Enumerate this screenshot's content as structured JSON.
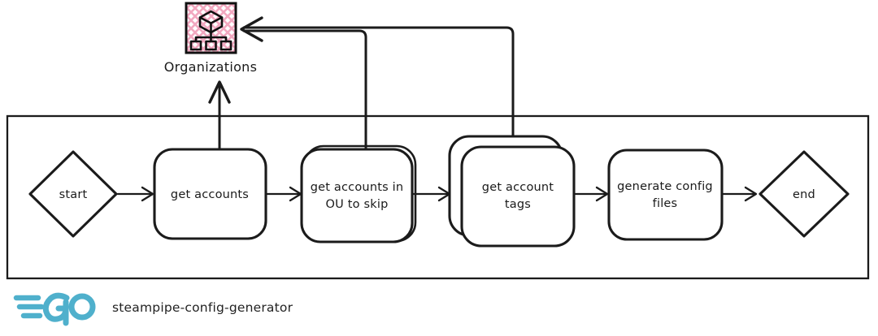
{
  "diagram": {
    "title": "steampipe-config-generator",
    "external_service": {
      "name": "Organizations",
      "icon": "aws-organizations-icon",
      "pattern_color": "#f2a8c0",
      "border_color": "#111111"
    },
    "nodes": [
      {
        "id": "start",
        "label": "start",
        "shape": "diamond"
      },
      {
        "id": "get-accounts",
        "label": "get accounts",
        "shape": "rounded-rect"
      },
      {
        "id": "get-accounts-in-ou-to-skip",
        "label_line1": "get accounts in",
        "label_line2": "OU to skip",
        "shape": "rounded-rect-sketch"
      },
      {
        "id": "get-account-tags",
        "label_line1": "get account",
        "label_line2": "tags",
        "shape": "rounded-rect-double"
      },
      {
        "id": "generate-config-files",
        "label_line1": "generate config",
        "label_line2": "files",
        "shape": "rounded-rect"
      },
      {
        "id": "end",
        "label": "end",
        "shape": "diamond"
      }
    ],
    "edges": [
      {
        "from": "start",
        "to": "get-accounts",
        "style": "arrow"
      },
      {
        "from": "get-accounts",
        "to": "get-accounts-in-ou-to-skip",
        "style": "arrow"
      },
      {
        "from": "get-accounts-in-ou-to-skip",
        "to": "get-account-tags",
        "style": "arrow"
      },
      {
        "from": "get-account-tags",
        "to": "generate-config-files",
        "style": "arrow"
      },
      {
        "from": "generate-config-files",
        "to": "end",
        "style": "arrow"
      },
      {
        "from": "get-accounts",
        "to": "Organizations",
        "style": "arrow-up"
      },
      {
        "from": "get-accounts-in-ou-to-skip",
        "to": "Organizations",
        "style": "routed-arrow-left"
      },
      {
        "from": "get-account-tags",
        "to": "Organizations",
        "style": "routed-arrow-left"
      }
    ]
  },
  "footer": {
    "logo_name": "go-logo",
    "logo_color": "#4fb0cc",
    "caption": "steampipe-config-generator"
  }
}
